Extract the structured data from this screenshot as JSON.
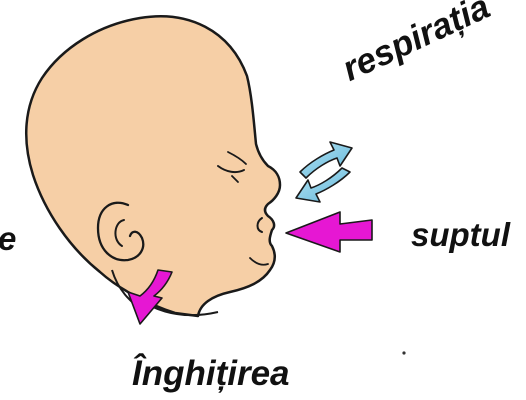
{
  "labels": {
    "breathing": "respirația",
    "sucking": "suptul",
    "swallowing": "Înghițirea",
    "left_fragment": "e"
  },
  "colors": {
    "skin": "#f6cfa6",
    "outline": "#1a1a1a",
    "breathing_arrow": "#7cc7e4",
    "sucking_arrow": "#e617d3",
    "swallowing_arrow": "#e617d3",
    "text": "#111111"
  }
}
